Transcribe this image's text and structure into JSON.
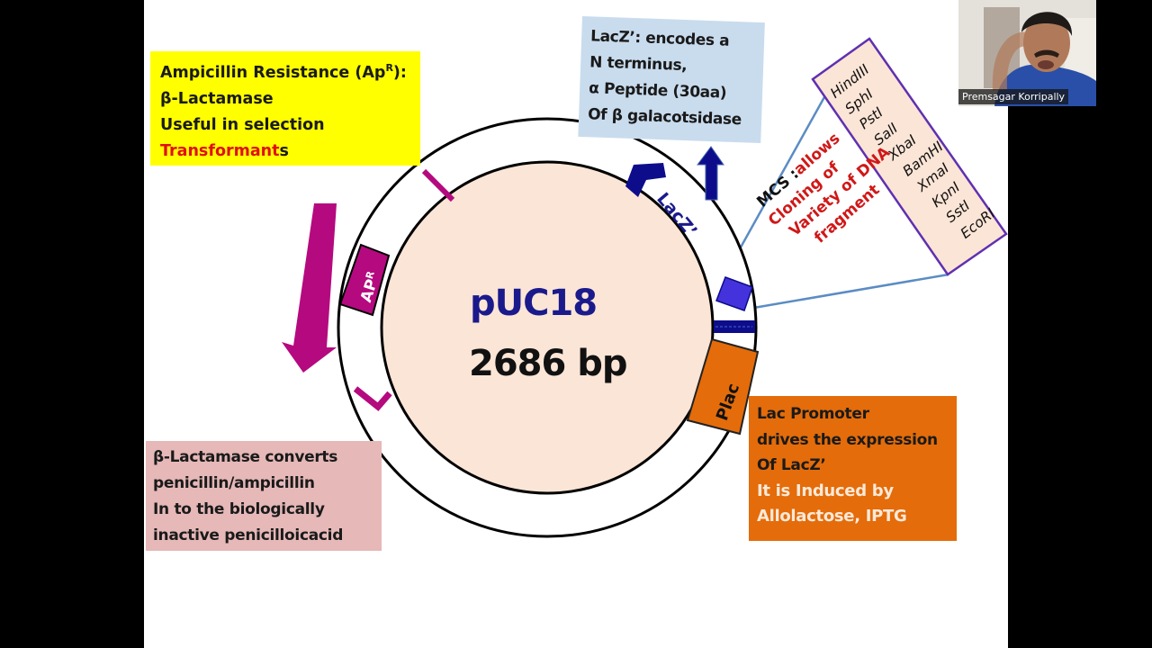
{
  "slide": {
    "center": {
      "plasmid_name": "pUC18",
      "plasmid_size": "2686 bp"
    },
    "ampicillin_box": {
      "line1_prefix": "Ampicillin Resistance (Ap",
      "line1_sup": "R",
      "line1_suffix": "):",
      "line2": "β-Lactamase",
      "line3": "Useful in selection",
      "line4_red": "Transformant",
      "line4_black": "s"
    },
    "lacz_box": {
      "line1": "LacZ’: encodes a",
      "line2": "N terminus,",
      "line3": "α  Peptide (30aa)",
      "line4": "Of β galacotsidase"
    },
    "mcs_label": {
      "prefix_black": "MCS :",
      "line1_red": "allows",
      "line2": "Cloning of",
      "line3": "Variety of DNA",
      "line4": "fragment"
    },
    "restriction_sites": [
      "HindIII",
      "SphI",
      "PstI",
      "SalI",
      "XbaI",
      "BamHI",
      "XmaI",
      "KpnI",
      "SstI",
      "EcoRI"
    ],
    "beta_lactamase_box": {
      "line1": "β-Lactamase converts",
      "line2": "penicillin/ampicillin",
      "line3": "In to the biologically",
      "line4": "inactive penicilloicacid"
    },
    "lac_promoter_box": {
      "line1": "Lac Promoter",
      "line2": "drives the expression",
      "line3": "Of LacZ’",
      "line4": "It is Induced by",
      "line5": "Allolactose, IPTG"
    },
    "map_labels": {
      "apr_main": "AP",
      "apr_sup": "R",
      "lacz": "LacZ’",
      "plac": "Plac"
    },
    "colors": {
      "ampr": "#b5097f",
      "lacz": "#0d0d8c",
      "mcs": "#4433dd",
      "plac": "#e46c0a",
      "plasmid_fill": "#fbe5d6",
      "ampbox": "#ffff00",
      "laczbox": "#c9dcee",
      "betabox": "#e6b8b8",
      "connector": "#5b8cc4",
      "enzyme_border": "#6030b0",
      "enzyme_fill": "#fbe5d6"
    }
  },
  "video": {
    "participant_name": "Premsagar Korripally"
  }
}
